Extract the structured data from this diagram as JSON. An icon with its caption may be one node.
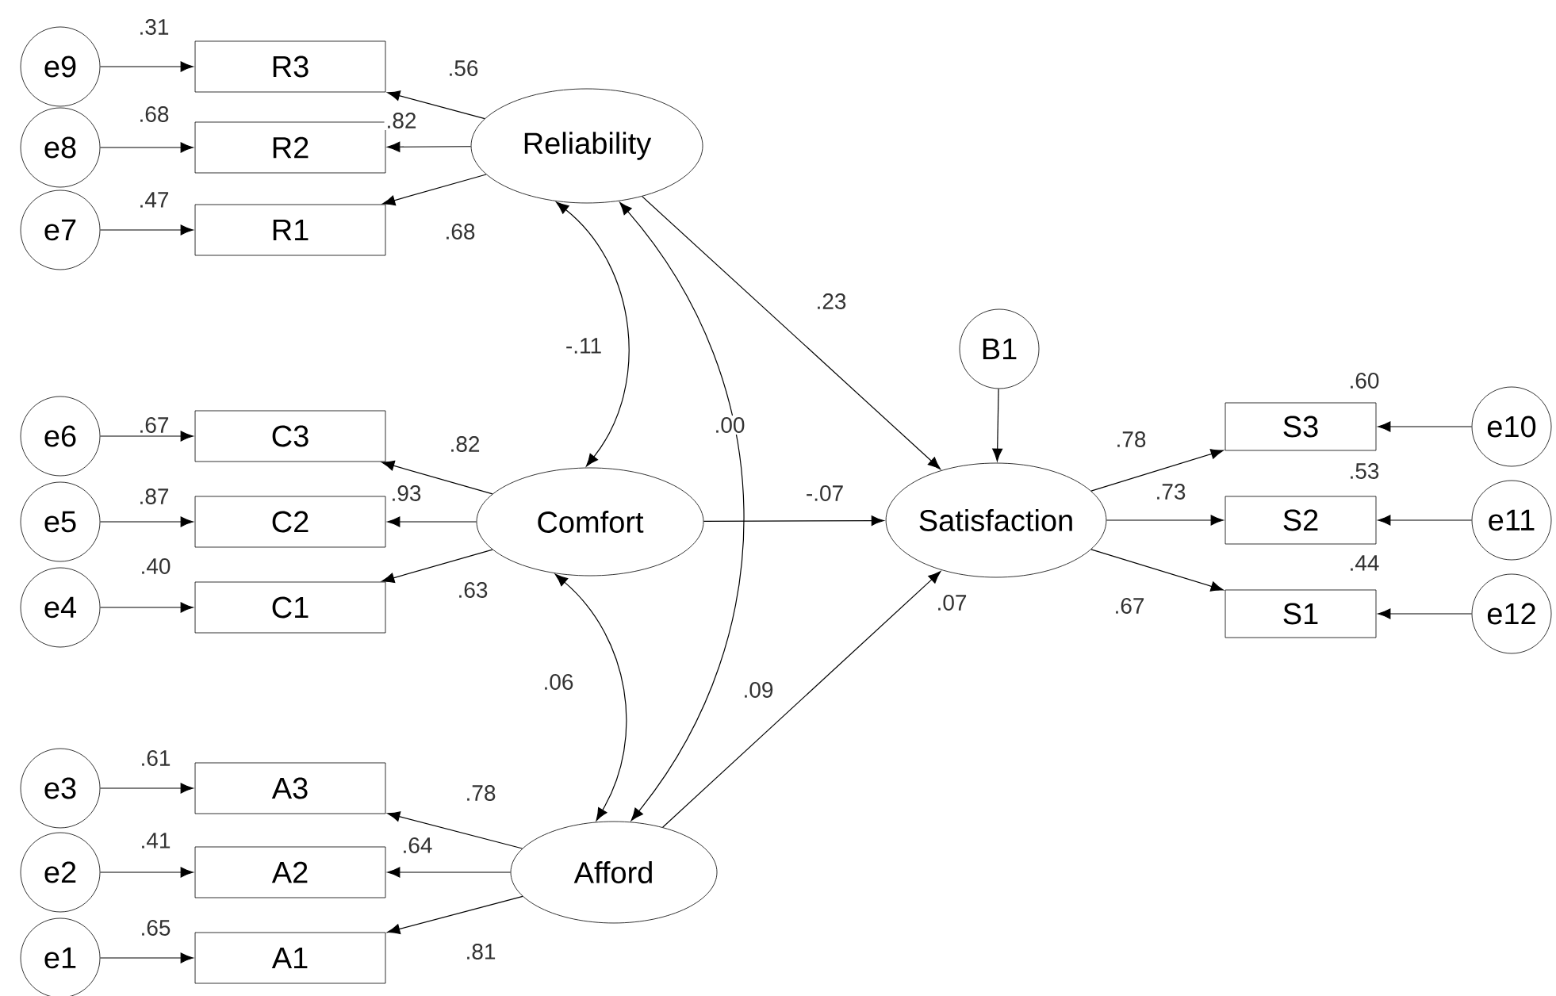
{
  "diagram": {
    "nodes": [
      {
        "text": [
          "e9"
        ]
      },
      {
        "text": [
          "e8"
        ]
      },
      {
        "text": [
          "e7"
        ]
      },
      {
        "text": [
          "e6"
        ]
      },
      {
        "text": [
          "e5"
        ]
      },
      {
        "text": [
          "e4"
        ]
      },
      {
        "text": [
          "e3"
        ]
      },
      {
        "text": [
          "e2"
        ]
      },
      {
        "text": [
          "e1"
        ]
      },
      {
        "text": [
          "R3"
        ],
        "beside": [
          ".31"
        ]
      },
      {
        "text": [
          "R2"
        ],
        "beside": [
          ".68"
        ]
      },
      {
        "text": [
          "R1"
        ],
        "beside": [
          ".47"
        ]
      },
      {
        "text": [
          "C3"
        ],
        "beside": [
          ".67"
        ]
      },
      {
        "text": [
          "C2"
        ],
        "beside": [
          ".87"
        ]
      },
      {
        "text": [
          "C1"
        ],
        "beside": [
          ".40"
        ]
      },
      {
        "text": [
          "A3"
        ],
        "beside": [
          ".61"
        ]
      },
      {
        "text": [
          "A2"
        ],
        "beside": [
          ".41"
        ]
      },
      {
        "text": [
          "A1"
        ],
        "beside": [
          ".65"
        ]
      },
      {
        "text": [
          "Reliability"
        ]
      },
      {
        "text": [
          "Comfort"
        ]
      },
      {
        "text": [
          "Afford"
        ]
      },
      {
        "text": [
          "B1"
        ]
      },
      {
        "text": [
          "Satisfaction"
        ],
        "beside": [
          ".07"
        ]
      },
      {
        "text": [
          "S3"
        ],
        "beside": [
          ".60"
        ]
      },
      {
        "text": [
          "S2"
        ],
        "beside": [
          ".53"
        ]
      },
      {
        "text": [
          "S1"
        ],
        "beside": [
          ".44"
        ]
      },
      {
        "text": [
          "e10"
        ]
      },
      {
        "text": [
          "e11"
        ]
      },
      {
        "text": [
          "e12"
        ]
      }
    ],
    "edges": [
      {
        "from": 0,
        "to": 9,
        "arrow": "to"
      },
      {
        "from": 1,
        "to": 10,
        "arrow": "to"
      },
      {
        "from": 2,
        "to": 11,
        "arrow": "to"
      },
      {
        "from": 3,
        "to": 12,
        "arrow": "to"
      },
      {
        "from": 4,
        "to": 13,
        "arrow": "to"
      },
      {
        "from": 5,
        "to": 14,
        "arrow": "to"
      },
      {
        "from": 6,
        "to": 15,
        "arrow": "to"
      },
      {
        "from": 7,
        "to": 16,
        "arrow": "to"
      },
      {
        "from": 8,
        "to": 17,
        "arrow": "to"
      },
      {
        "from": 18,
        "to": 9,
        "arrow": "to",
        "label": ".56"
      },
      {
        "from": 18,
        "to": 10,
        "arrow": "to",
        "label": ".82"
      },
      {
        "from": 18,
        "to": 11,
        "arrow": "to",
        "label": ".68"
      },
      {
        "from": 19,
        "to": 12,
        "arrow": "to",
        "label": ".82"
      },
      {
        "from": 19,
        "to": 13,
        "arrow": "to",
        "label": ".93"
      },
      {
        "from": 19,
        "to": 14,
        "arrow": "to",
        "label": ".63"
      },
      {
        "from": 20,
        "to": 15,
        "arrow": "to",
        "label": ".78"
      },
      {
        "from": 20,
        "to": 16,
        "arrow": "to",
        "label": ".64"
      },
      {
        "from": 20,
        "to": 17,
        "arrow": "to",
        "label": ".81"
      },
      {
        "from": 18,
        "to": 22,
        "arrow": "to",
        "label": ".23"
      },
      {
        "from": 19,
        "to": 22,
        "arrow": "to",
        "label": "-.07"
      },
      {
        "from": 20,
        "to": 22,
        "arrow": "to",
        "label": ".09"
      },
      {
        "from": 21,
        "to": 22,
        "arrow": "to"
      },
      {
        "from": 22,
        "to": 23,
        "arrow": "to",
        "label": ".78"
      },
      {
        "from": 22,
        "to": 24,
        "arrow": "to",
        "label": ".73"
      },
      {
        "from": 22,
        "to": 25,
        "arrow": "to",
        "label": ".67"
      },
      {
        "from": 26,
        "to": 23,
        "arrow": "to"
      },
      {
        "from": 27,
        "to": 24,
        "arrow": "to"
      },
      {
        "from": 28,
        "to": 25,
        "arrow": "to"
      },
      {
        "from": 18,
        "to": 19,
        "arrow": "both",
        "label": "-.11"
      },
      {
        "from": 18,
        "to": 20,
        "arrow": "both",
        "label": ".00"
      },
      {
        "from": 19,
        "to": 20,
        "arrow": "both",
        "label": ".06"
      }
    ]
  }
}
